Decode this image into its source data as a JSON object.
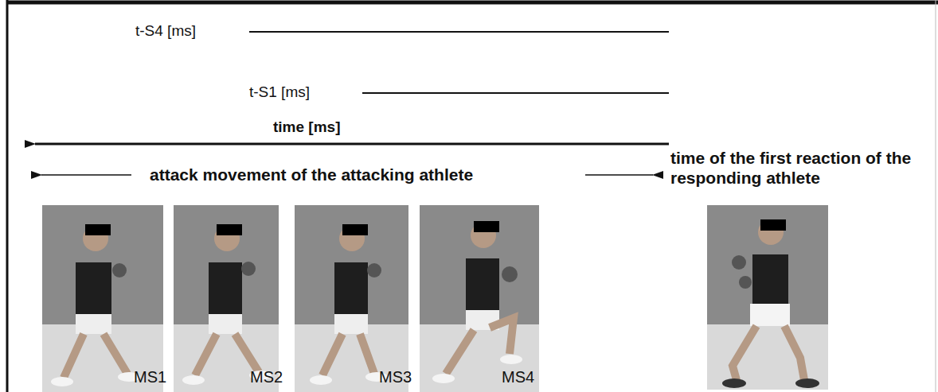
{
  "diagram": {
    "labels": [
      "t-S4 [ms]",
      "t-S1 [ms]",
      "time [ms]",
      "time of the first reaction of the responding athlete",
      "attack movement of the attacking athlete",
      "MS1",
      "MS2",
      "MS3",
      "MS4"
    ]
  }
}
